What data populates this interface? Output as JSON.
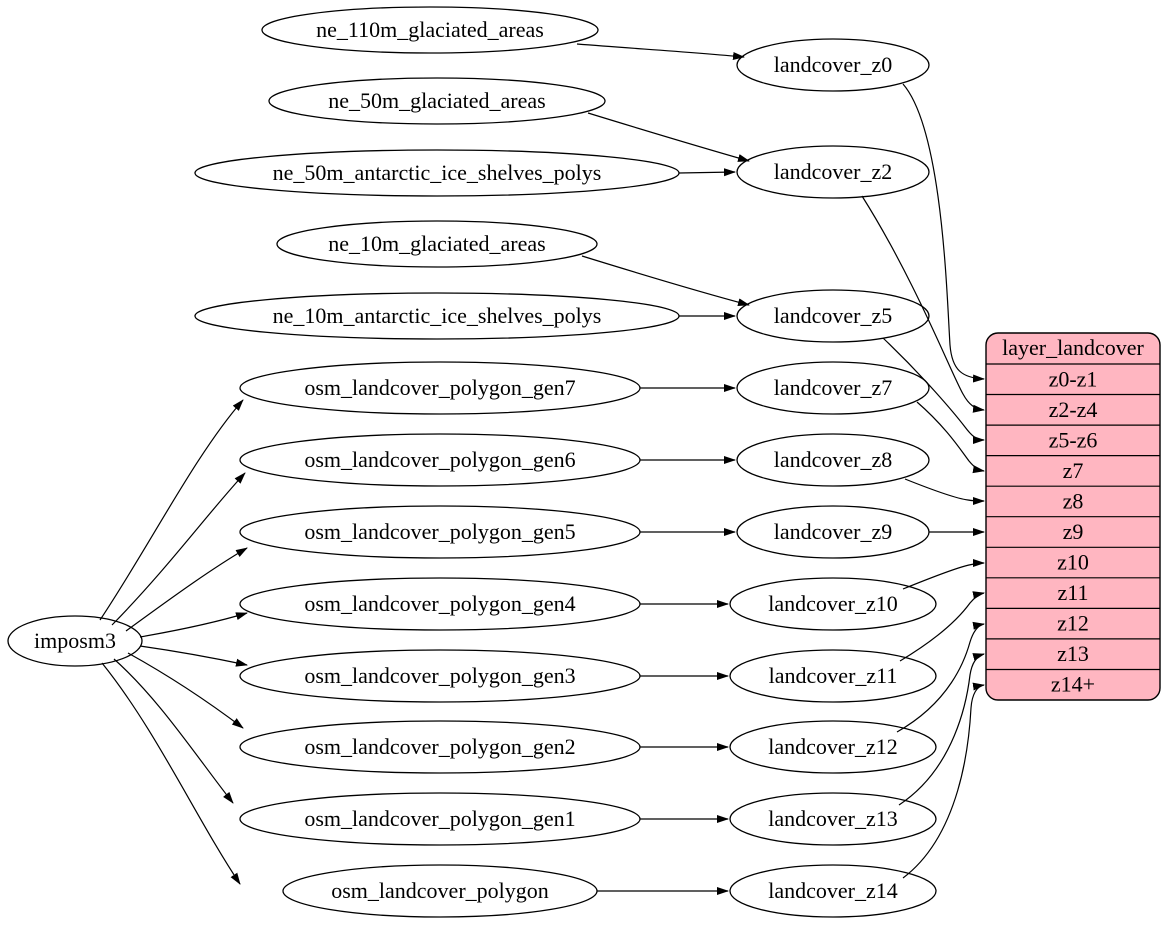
{
  "graph": {
    "colors": {
      "background": "#ffffff",
      "node_fill": "#ffffff",
      "stroke": "#000000",
      "table_fill": "#ffb6c1"
    },
    "nodes": {
      "imposm3": "imposm3",
      "ne_110m_glaciated_areas": "ne_110m_glaciated_areas",
      "ne_50m_glaciated_areas": "ne_50m_glaciated_areas",
      "ne_50m_antarctic_ice_shelves_polys": "ne_50m_antarctic_ice_shelves_polys",
      "ne_10m_glaciated_areas": "ne_10m_glaciated_areas",
      "ne_10m_antarctic_ice_shelves_polys": "ne_10m_antarctic_ice_shelves_polys",
      "osm_landcover_polygon_gen7": "osm_landcover_polygon_gen7",
      "osm_landcover_polygon_gen6": "osm_landcover_polygon_gen6",
      "osm_landcover_polygon_gen5": "osm_landcover_polygon_gen5",
      "osm_landcover_polygon_gen4": "osm_landcover_polygon_gen4",
      "osm_landcover_polygon_gen3": "osm_landcover_polygon_gen3",
      "osm_landcover_polygon_gen2": "osm_landcover_polygon_gen2",
      "osm_landcover_polygon_gen1": "osm_landcover_polygon_gen1",
      "osm_landcover_polygon": "osm_landcover_polygon",
      "landcover_z0": "landcover_z0",
      "landcover_z2": "landcover_z2",
      "landcover_z5": "landcover_z5",
      "landcover_z7": "landcover_z7",
      "landcover_z8": "landcover_z8",
      "landcover_z9": "landcover_z9",
      "landcover_z10": "landcover_z10",
      "landcover_z11": "landcover_z11",
      "landcover_z12": "landcover_z12",
      "landcover_z13": "landcover_z13",
      "landcover_z14": "landcover_z14"
    },
    "table": {
      "title": "layer_landcover",
      "rows": [
        "z0-z1",
        "z2-z4",
        "z5-z6",
        "z7",
        "z8",
        "z9",
        "z10",
        "z11",
        "z12",
        "z13",
        "z14+"
      ]
    },
    "edges": [
      [
        "ne_110m_glaciated_areas",
        "landcover_z0"
      ],
      [
        "ne_50m_glaciated_areas",
        "landcover_z2"
      ],
      [
        "ne_50m_antarctic_ice_shelves_polys",
        "landcover_z2"
      ],
      [
        "ne_10m_glaciated_areas",
        "landcover_z5"
      ],
      [
        "ne_10m_antarctic_ice_shelves_polys",
        "landcover_z5"
      ],
      [
        "imposm3",
        "osm_landcover_polygon_gen7"
      ],
      [
        "imposm3",
        "osm_landcover_polygon_gen6"
      ],
      [
        "imposm3",
        "osm_landcover_polygon_gen5"
      ],
      [
        "imposm3",
        "osm_landcover_polygon_gen4"
      ],
      [
        "imposm3",
        "osm_landcover_polygon_gen3"
      ],
      [
        "imposm3",
        "osm_landcover_polygon_gen2"
      ],
      [
        "imposm3",
        "osm_landcover_polygon_gen1"
      ],
      [
        "imposm3",
        "osm_landcover_polygon"
      ],
      [
        "osm_landcover_polygon_gen7",
        "landcover_z7"
      ],
      [
        "osm_landcover_polygon_gen6",
        "landcover_z8"
      ],
      [
        "osm_landcover_polygon_gen5",
        "landcover_z9"
      ],
      [
        "osm_landcover_polygon_gen4",
        "landcover_z10"
      ],
      [
        "osm_landcover_polygon_gen3",
        "landcover_z11"
      ],
      [
        "osm_landcover_polygon_gen2",
        "landcover_z12"
      ],
      [
        "osm_landcover_polygon_gen1",
        "landcover_z13"
      ],
      [
        "osm_landcover_polygon",
        "landcover_z14"
      ],
      [
        "landcover_z0",
        "layer_landcover:z0-z1"
      ],
      [
        "landcover_z2",
        "layer_landcover:z2-z4"
      ],
      [
        "landcover_z5",
        "layer_landcover:z5-z6"
      ],
      [
        "landcover_z7",
        "layer_landcover:z7"
      ],
      [
        "landcover_z8",
        "layer_landcover:z8"
      ],
      [
        "landcover_z9",
        "layer_landcover:z9"
      ],
      [
        "landcover_z10",
        "layer_landcover:z10"
      ],
      [
        "landcover_z11",
        "layer_landcover:z11"
      ],
      [
        "landcover_z12",
        "layer_landcover:z12"
      ],
      [
        "landcover_z13",
        "layer_landcover:z13"
      ],
      [
        "landcover_z14",
        "layer_landcover:z14+"
      ]
    ]
  }
}
